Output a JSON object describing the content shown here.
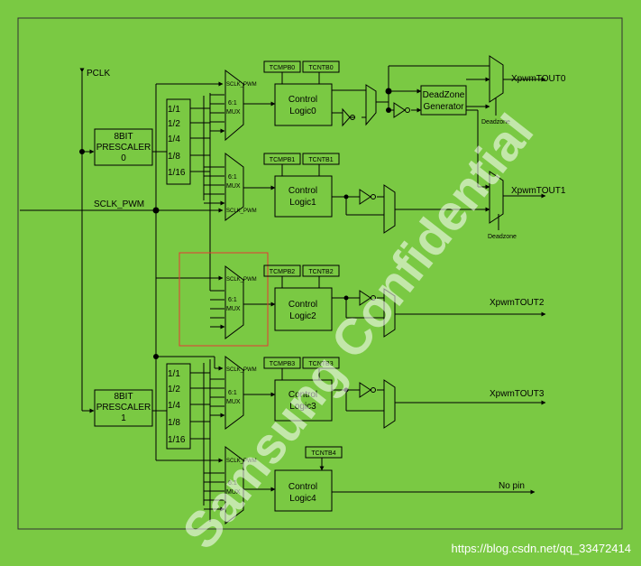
{
  "colors": {
    "background": "#7ac943",
    "border": "#333333",
    "line": "#000000",
    "highlight": "#e53935",
    "watermark": "#ffffff"
  },
  "inputs": {
    "pclk": "PCLK",
    "sclk_pwm": "SCLK_PWM"
  },
  "prescalers": [
    {
      "title": "8BIT",
      "subtitle": "PRESCALER",
      "index": "0"
    },
    {
      "title": "8BIT",
      "subtitle": "PRESCALER",
      "index": "1"
    }
  ],
  "dividers": [
    "1/1",
    "1/2",
    "1/4",
    "1/8",
    "1/16"
  ],
  "mux": {
    "sclk": "SCLK_PWM",
    "ratio": "6:1",
    "name": "MUX"
  },
  "channels": [
    {
      "tcmp": "TCMPB0",
      "tcnt": "TCNTB0",
      "logic_title": "Control",
      "logic_index": "Logic0",
      "output": "XpwmTOUT0"
    },
    {
      "tcmp": "TCMPB1",
      "tcnt": "TCNTB1",
      "logic_title": "Control",
      "logic_index": "Logic1",
      "output": "XpwmTOUT1"
    },
    {
      "tcmp": "TCMPB2",
      "tcnt": "TCNTB2",
      "logic_title": "Control",
      "logic_index": "Logic2",
      "output": "XpwmTOUT2"
    },
    {
      "tcmp": "TCMPB3",
      "tcnt": "TCNTB3",
      "logic_title": "Control",
      "logic_index": "Logic3",
      "output": "XpwmTOUT3"
    },
    {
      "tcmp": "",
      "tcnt": "TCNTB4",
      "logic_title": "Control",
      "logic_index": "Logic4",
      "output": "No pin"
    }
  ],
  "deadzone": {
    "gen_line1": "DeadZone",
    "gen_line2": "Generator",
    "label0": "Deadzone",
    "label1": "Deadzone"
  },
  "watermark": {
    "text": "Samsung Confidential",
    "url": "https://blog.csdn.net/qq_33472414"
  }
}
